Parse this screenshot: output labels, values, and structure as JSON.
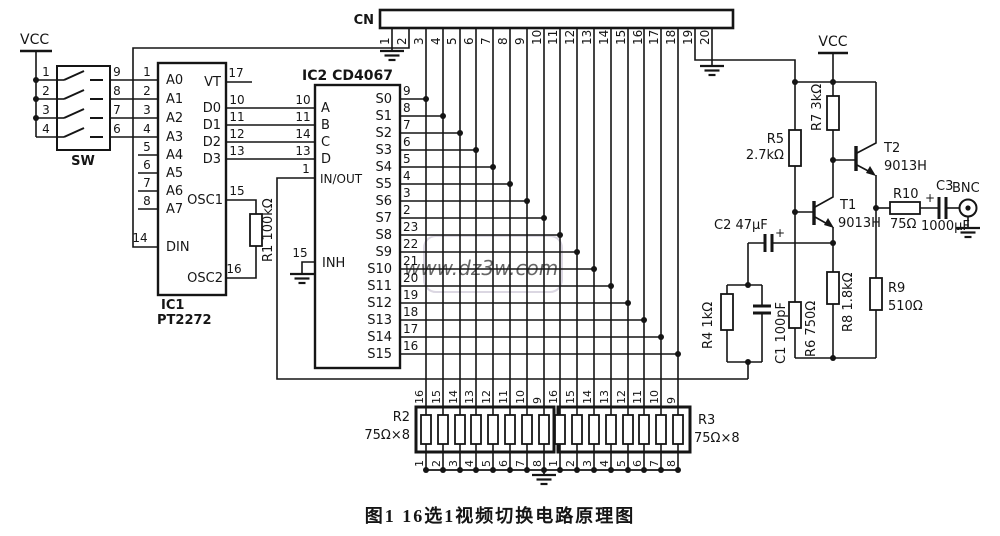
{
  "caption": "图1 16选1视频切换电路原理图",
  "watermark": "www.dz3w.com",
  "power": {
    "vcc_left": "VCC",
    "vcc_right": "VCC"
  },
  "sw": {
    "label": "SW",
    "left_pin_nums": [
      "1",
      "2",
      "3",
      "4"
    ],
    "out_pin_nums": [
      "9",
      "8",
      "7",
      "6"
    ]
  },
  "ic1": {
    "ref": "IC1",
    "part": "PT2272",
    "a_pin_nums": [
      "1",
      "2",
      "3",
      "4",
      "5",
      "6",
      "7",
      "8"
    ],
    "a_labels": [
      "A0",
      "A1",
      "A2",
      "A3",
      "A4",
      "A5",
      "A6",
      "A7"
    ],
    "din_label": "DIN",
    "din_num": "14",
    "vt_label": "VT",
    "vt_num": "17",
    "d_labels": [
      "D0",
      "D1",
      "D2",
      "D3"
    ],
    "d_nums": [
      "10",
      "11",
      "12",
      "13"
    ],
    "osc1_label": "OSC1",
    "osc1_num": "15",
    "osc2_label": "OSC2",
    "osc2_num": "16"
  },
  "r1_label": "R1 100kΩ",
  "ic2": {
    "title": "IC2 CD4067",
    "in_nums": [
      "10",
      "11",
      "14",
      "13"
    ],
    "in_labels": [
      "A",
      "B",
      "C",
      "D"
    ],
    "inout_label": "IN/OUT",
    "inout_num": "1",
    "inh_label": "INH",
    "inh_num": "15",
    "s_labels": [
      "S0",
      "S1",
      "S2",
      "S3",
      "S4",
      "S5",
      "S6",
      "S7",
      "S8",
      "S9",
      "S10",
      "S11",
      "S12",
      "S13",
      "S14",
      "S15"
    ],
    "s_pin_nums": [
      "9",
      "8",
      "7",
      "6",
      "5",
      "4",
      "3",
      "2",
      "23",
      "22",
      "21",
      "20",
      "19",
      "18",
      "17",
      "16"
    ]
  },
  "cn": {
    "label": "CN",
    "pin_nums": [
      "1",
      "2",
      "3",
      "4",
      "5",
      "6",
      "7",
      "8",
      "9",
      "10",
      "11",
      "12",
      "13",
      "14",
      "15",
      "16",
      "17",
      "18",
      "19",
      "20"
    ]
  },
  "amp": {
    "r5_ref": "R5",
    "r5_val": "2.7kΩ",
    "r7_label": "R7 3kΩ",
    "t1_ref": "T1",
    "t1_part": "9013H",
    "t2_ref": "T2",
    "t2_part": "9013H",
    "r10_ref": "R10",
    "r10_val": "75Ω",
    "c3_ref": "C3",
    "c3_val": "1000μF",
    "c3_plus": "+",
    "bnc_label": "BNC",
    "c2_label": "C2 47μF",
    "c2_plus": "+",
    "r4_label": "R4 1kΩ",
    "c1_label": "C1 100pF",
    "r6_label": "R6 750Ω",
    "r8_label": "R8 1.8kΩ",
    "r9_ref": "R9",
    "r9_val": "510Ω"
  },
  "networks": {
    "r2_ref": "R2",
    "r2_val": "75Ω×8",
    "r3_ref": "R3",
    "r3_val": "75Ω×8",
    "top_pin_nums": [
      "16",
      "15",
      "14",
      "13",
      "12",
      "11",
      "10",
      "9"
    ],
    "bottom_pin_nums": [
      "1",
      "2",
      "3",
      "4",
      "5",
      "6",
      "7",
      "8"
    ]
  }
}
